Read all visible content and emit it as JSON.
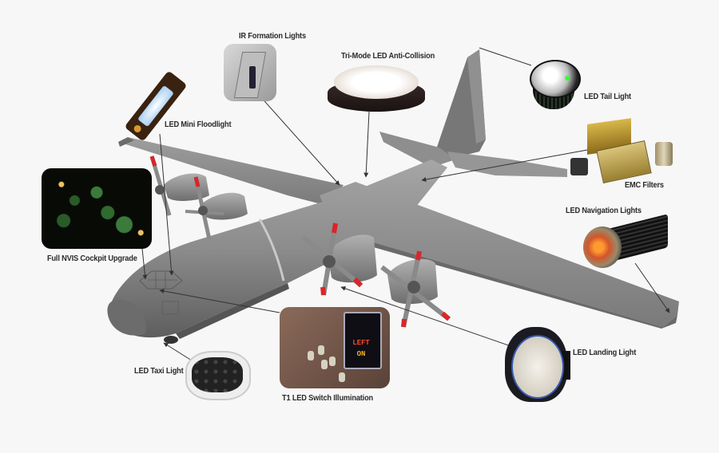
{
  "diagram": {
    "subject": "C-130 aircraft lighting and EMC components",
    "background_color": "#f7f7f7",
    "callouts": [
      {
        "id": "ir-formation",
        "label": "IR Formation Lights"
      },
      {
        "id": "anti-collision",
        "label": "Tri-Mode LED Anti-Collision"
      },
      {
        "id": "tail-light",
        "label": "LED Tail Light"
      },
      {
        "id": "emc-filters",
        "label": "EMC Filters"
      },
      {
        "id": "nav-lights",
        "label": "LED Navigation Lights"
      },
      {
        "id": "landing-light",
        "label": "LED Landing Light"
      },
      {
        "id": "switch-illum",
        "label": "T1 LED Switch Illumination"
      },
      {
        "id": "taxi-light",
        "label": "LED Taxi Light"
      },
      {
        "id": "cockpit",
        "label": "Full NVIS Cockpit Upgrade"
      },
      {
        "id": "mini-flood",
        "label": "LED Mini Floodlight"
      }
    ],
    "switch_display": {
      "line1": "LEFT",
      "line2": "ON"
    },
    "colors": {
      "aircraft": "#8a8a8a",
      "aircraft_light": "#a8a8a8",
      "aircraft_dark": "#6a6a6a",
      "prop_stripe": "#d9262a",
      "leader_line": "#333333",
      "label_text": "#2a2a2a"
    }
  }
}
